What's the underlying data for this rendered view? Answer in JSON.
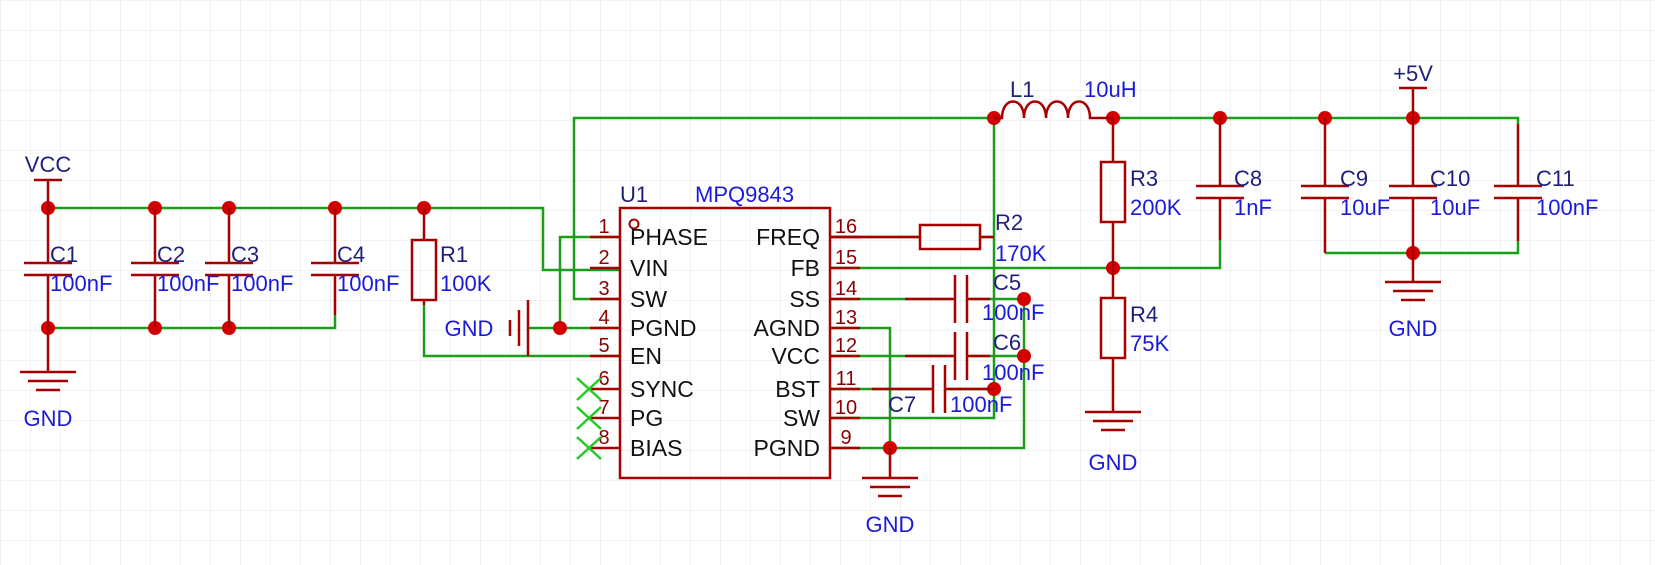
{
  "schematic": {
    "ic": {
      "ref": "U1",
      "part": "MPQ9843",
      "left_pins": [
        {
          "num": "1",
          "name": "PHASE"
        },
        {
          "num": "2",
          "name": "VIN"
        },
        {
          "num": "3",
          "name": "SW"
        },
        {
          "num": "4",
          "name": "PGND"
        },
        {
          "num": "5",
          "name": "EN"
        },
        {
          "num": "6",
          "name": "SYNC"
        },
        {
          "num": "7",
          "name": "PG"
        },
        {
          "num": "8",
          "name": "BIAS"
        }
      ],
      "right_pins": [
        {
          "num": "16",
          "name": "FREQ"
        },
        {
          "num": "15",
          "name": "FB"
        },
        {
          "num": "14",
          "name": "SS"
        },
        {
          "num": "13",
          "name": "AGND"
        },
        {
          "num": "12",
          "name": "VCC"
        },
        {
          "num": "11",
          "name": "BST"
        },
        {
          "num": "10",
          "name": "SW"
        },
        {
          "num": "9",
          "name": "PGND"
        }
      ]
    },
    "nets": {
      "vcc": "VCC",
      "v5": "+5V",
      "gnd": "GND"
    },
    "components": {
      "c1": {
        "ref": "C1",
        "value": "100nF"
      },
      "c2": {
        "ref": "C2",
        "value": "100nF"
      },
      "c3": {
        "ref": "C3",
        "value": "100nF"
      },
      "c4": {
        "ref": "C4",
        "value": "100nF"
      },
      "r1": {
        "ref": "R1",
        "value": "100K"
      },
      "r2": {
        "ref": "R2",
        "value": "170K"
      },
      "r3": {
        "ref": "R3",
        "value": "200K"
      },
      "r4": {
        "ref": "R4",
        "value": "75K"
      },
      "l1": {
        "ref": "L1",
        "value": "10uH"
      },
      "c5": {
        "ref": "C5",
        "value": "100nF"
      },
      "c6": {
        "ref": "C6",
        "value": "100nF"
      },
      "c7": {
        "ref": "C7",
        "value": "100nF"
      },
      "c8": {
        "ref": "C8",
        "value": "1nF"
      },
      "c9": {
        "ref": "C9",
        "value": "10uF"
      },
      "c10": {
        "ref": "C10",
        "value": "10uF"
      },
      "c11": {
        "ref": "C11",
        "value": "100nF"
      }
    }
  }
}
